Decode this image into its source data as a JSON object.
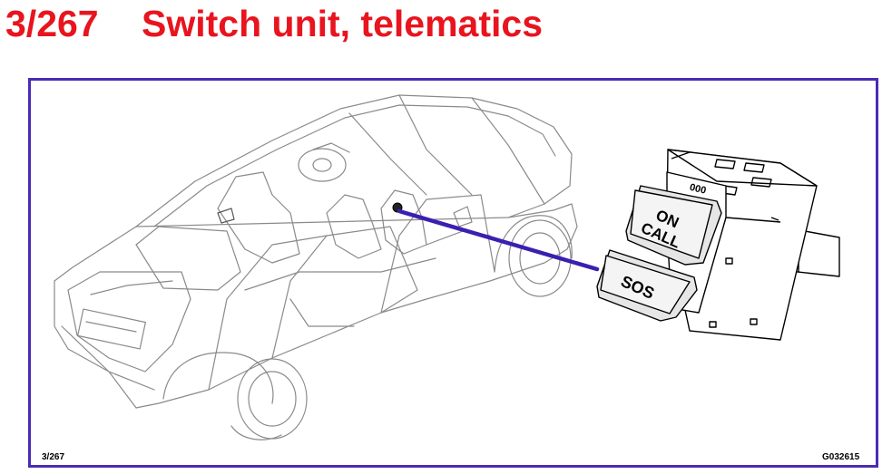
{
  "header": {
    "code": "3/267",
    "title": "Switch unit, telematics"
  },
  "diagram": {
    "ref_left": "3/267",
    "ref_right": "G032615",
    "button_on_line1": "ON",
    "button_on_line2": "CALL",
    "button_sos": "SOS",
    "indicator": "000"
  },
  "colors": {
    "title": "#e8141e",
    "frame": "#4b2bb5",
    "pointer": "#3b1fb0"
  }
}
